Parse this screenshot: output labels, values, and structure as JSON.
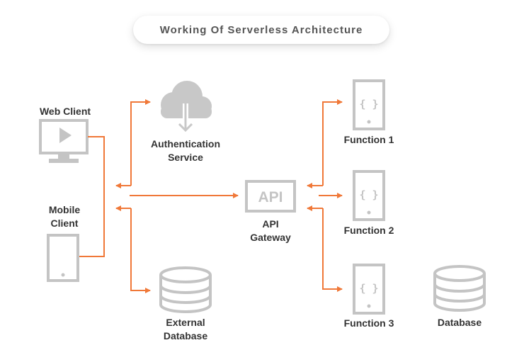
{
  "title": "Working Of Serverless Architecture",
  "nodes": {
    "web_client": "Web Client",
    "mobile_client": "Mobile Client",
    "auth_service": "Authentication Service",
    "api_gateway_icon": "API",
    "api_gateway": "API Gateway",
    "external_database": "External Database",
    "function_1": "Function 1",
    "function_2": "Function 2",
    "function_3": "Function 3",
    "function_icon": "{ }",
    "database": "Database"
  },
  "colors": {
    "arrow": "#f07838",
    "icon": "#c4c4c4",
    "text": "#333333"
  }
}
